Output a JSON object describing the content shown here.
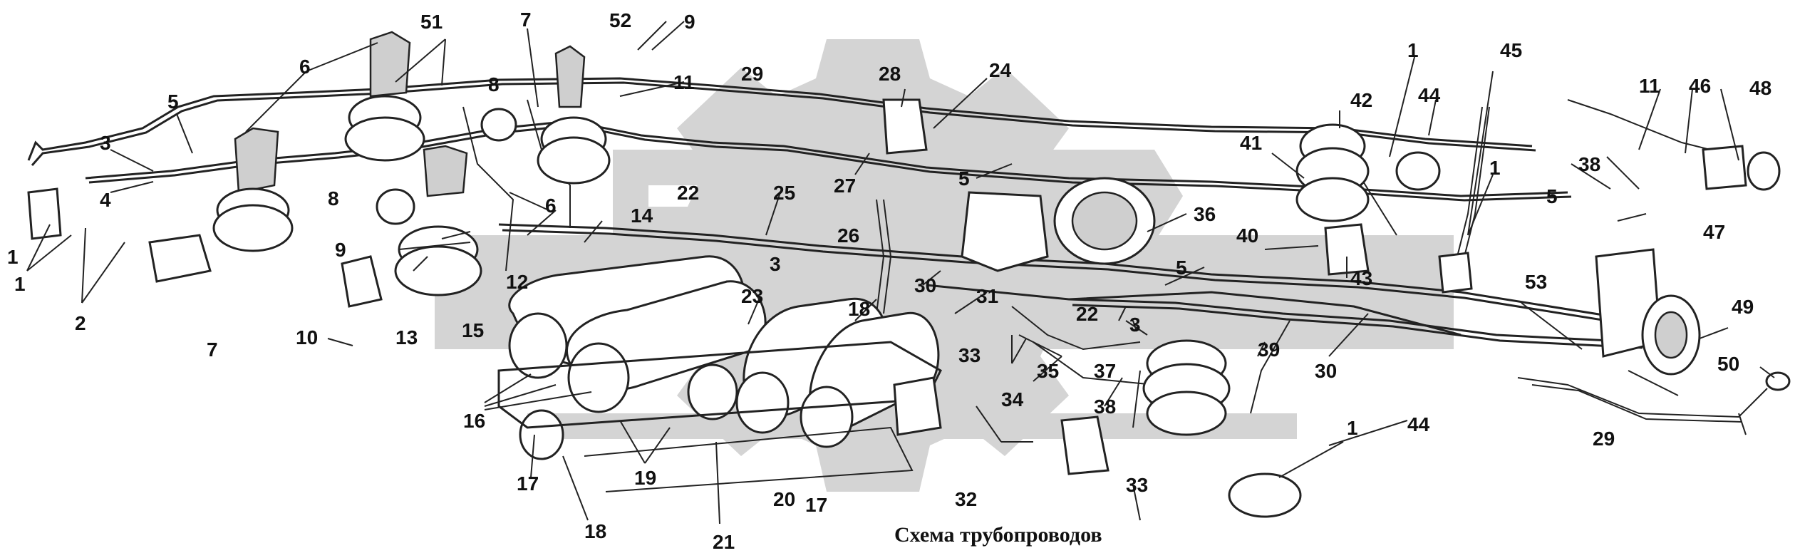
{
  "caption": "Схема трубопроводов",
  "watermark_color": "#d4d4d4",
  "line_color": "#222222",
  "callouts": [
    "1",
    "1",
    "2",
    "3",
    "4",
    "5",
    "6",
    "7",
    "8",
    "8",
    "9",
    "10",
    "7",
    "11",
    "6",
    "12",
    "13",
    "14",
    "15",
    "16",
    "17",
    "18",
    "19",
    "51",
    "52",
    "9",
    "22",
    "25",
    "3",
    "29",
    "23",
    "26",
    "18",
    "30",
    "31",
    "33",
    "34",
    "35",
    "22",
    "37",
    "3",
    "38",
    "21",
    "20",
    "17",
    "32",
    "33",
    "28",
    "24",
    "27",
    "5",
    "1",
    "42",
    "41",
    "36",
    "5",
    "40",
    "43",
    "39",
    "30",
    "1",
    "44",
    "44",
    "45",
    "1",
    "11",
    "46",
    "48",
    "38",
    "5",
    "47",
    "53",
    "49",
    "29",
    "50"
  ]
}
